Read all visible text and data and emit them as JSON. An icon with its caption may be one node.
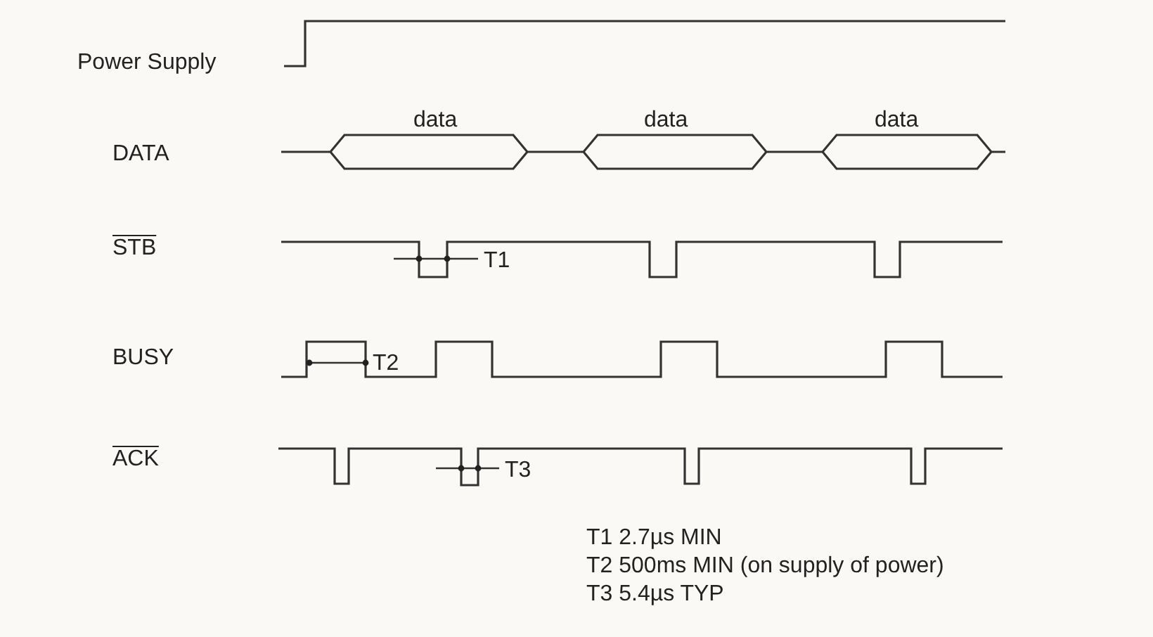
{
  "diagram": {
    "labels": [
      "Power Supply",
      "data",
      "data",
      "data",
      "DATA",
      "STB",
      "T1",
      "BUSY",
      "T2",
      "ACK",
      "T3",
      "T1 2.7µs MIN",
      "T2 500ms MIN (on supply of power)",
      "T3 5.4µs TYP"
    ]
  }
}
